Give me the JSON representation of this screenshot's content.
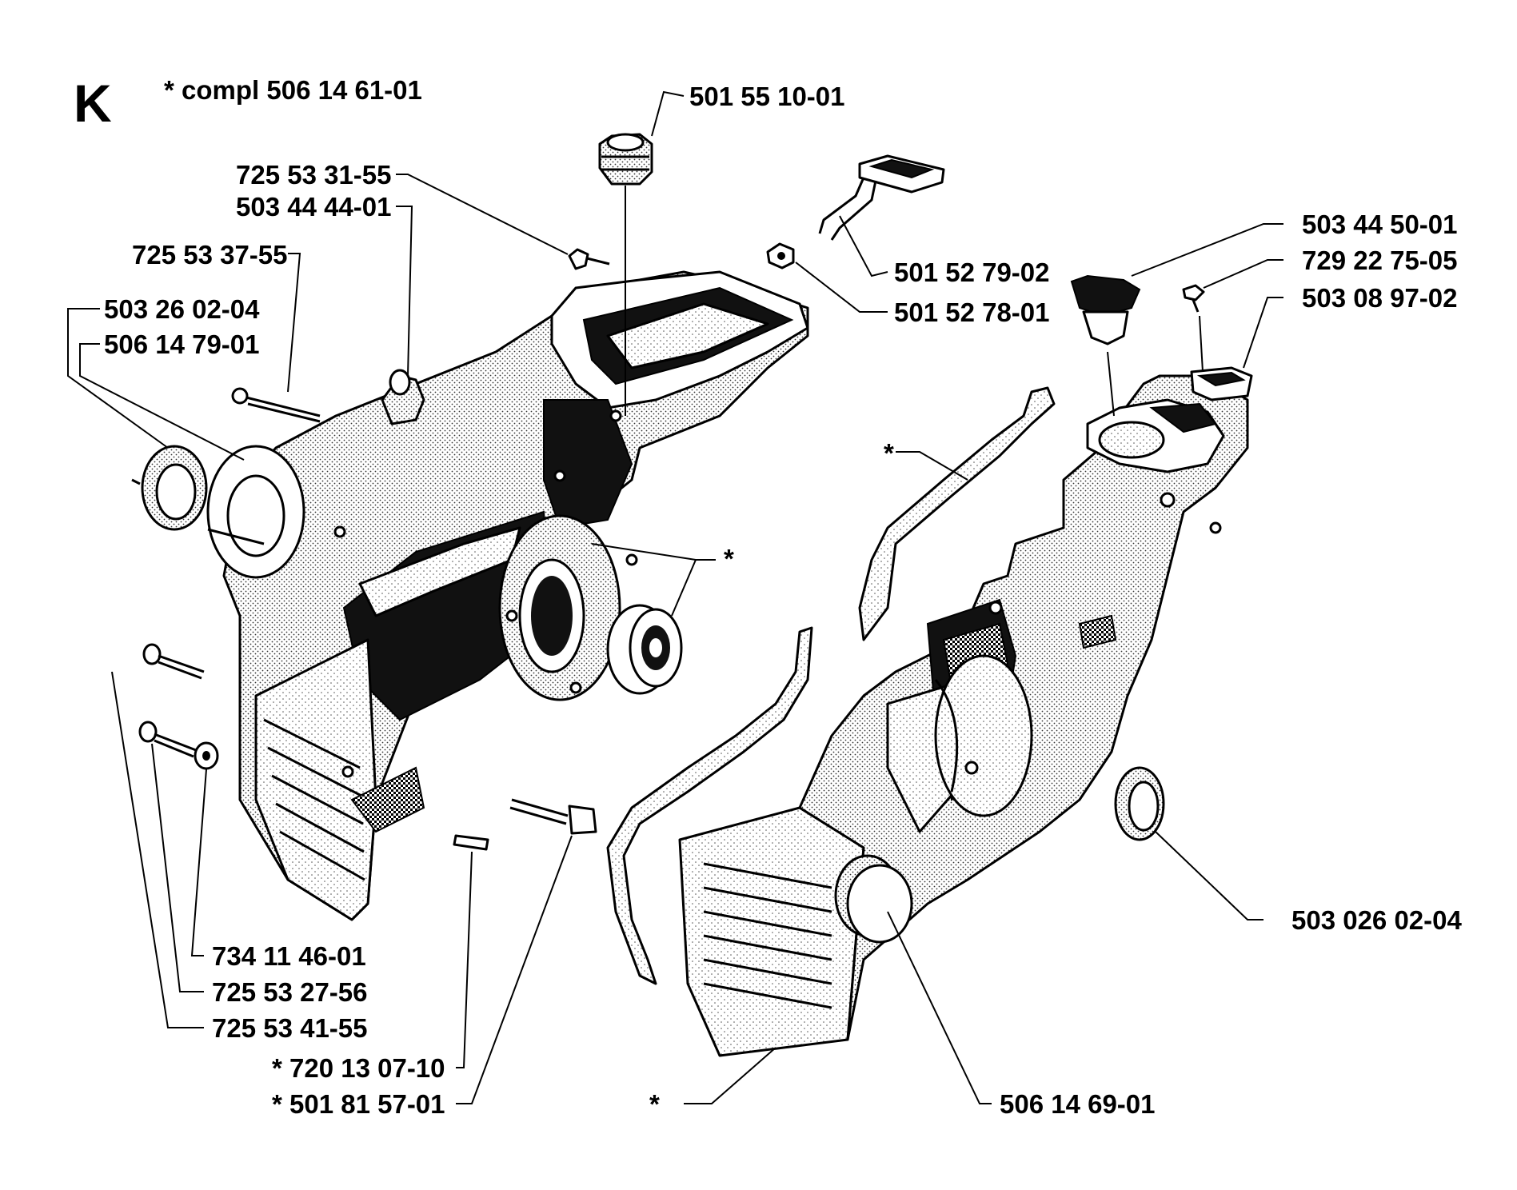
{
  "figure": {
    "section_letter": "K",
    "note": "* compl 506 14 61-01",
    "part_labels": {
      "p501551001": "501 55 10-01",
      "p725533155": "725 53 31-55",
      "p503444401": "503 44 44-01",
      "p725533755": "725 53 37-55",
      "p503260204": "503 26 02-04",
      "p506147901": "506 14 79-01",
      "p501527902": "501 52 79-02",
      "p501527801": "501 52 78-01",
      "p503445001": "503 44 50-01",
      "p729227505": "729 22 75-05",
      "p503089702": "503 08 97-02",
      "p5030260204": "503 026 02-04",
      "p734114601": "734 11 46-01",
      "p725532756": "725 53 27-56",
      "p725534155": "725 53 41-55",
      "p720130710": "* 720 13 07-10",
      "p501815701": "* 501 81 57-01",
      "p506146901": "506 14 69-01"
    },
    "asterisk_markers": {
      "gasket_top": "*",
      "bearing": "*",
      "right_case": "*"
    }
  }
}
